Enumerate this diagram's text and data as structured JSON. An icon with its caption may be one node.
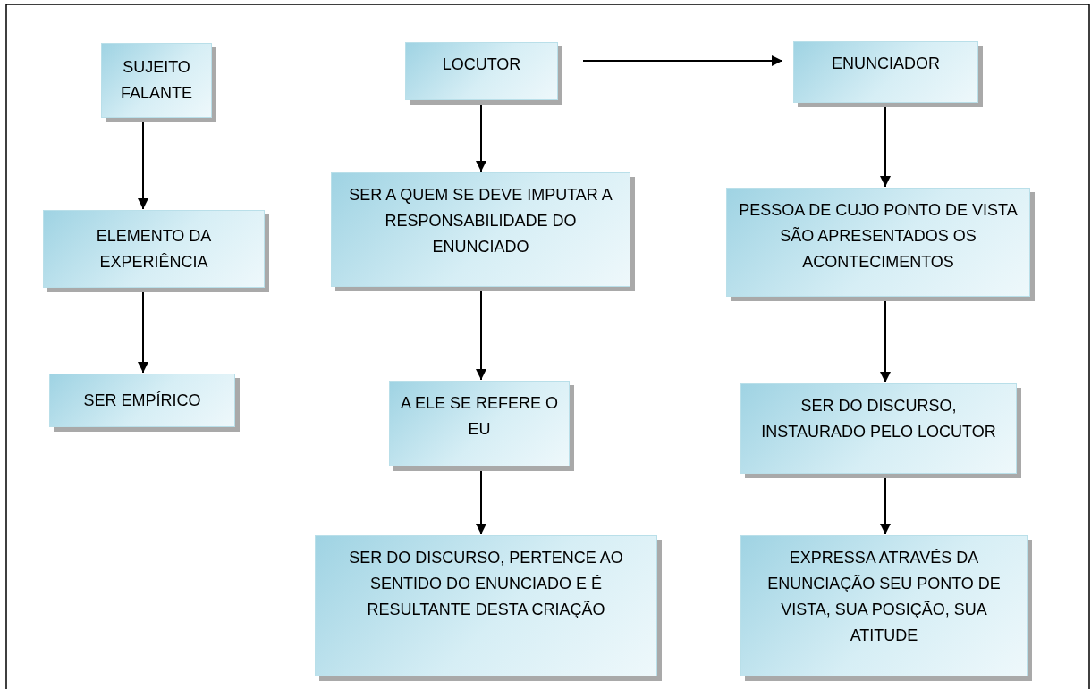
{
  "diagram": {
    "nodes": [
      {
        "text": [
          "SUJEITO FALANTE"
        ]
      },
      {
        "text": [
          "ELEMENTO DA EXPERIÊNCIA"
        ]
      },
      {
        "text": [
          "SER EMPÍRICO"
        ]
      },
      {
        "text": [
          "LOCUTOR"
        ]
      },
      {
        "text": [
          "SER A QUEM SE DEVE IMPUTAR A RESPONSABILIDADE DO ENUNCIADO"
        ]
      },
      {
        "text": [
          "A ELE SE REFERE O EU"
        ]
      },
      {
        "text": [
          "SER DO DISCURSO, PERTENCE AO SENTIDO DO ENUNCIADO E É RESULTANTE DESTA CRIAÇÃO"
        ]
      },
      {
        "text": [
          "ENUNCIADOR"
        ]
      },
      {
        "text": [
          "PESSOA DE CUJO PONTO DE VISTA SÃO APRESENTADOS OS ACONTECIMENTOS"
        ]
      },
      {
        "text": [
          "SER DO DISCURSO, INSTAURADO PELO LOCUTOR"
        ]
      },
      {
        "text": [
          "EXPRESSA ATRAVÉS DA ENUNCIAÇÃO SEU PONTO DE VISTA, SUA POSIÇÃO, SUA ATITUDE"
        ]
      }
    ],
    "edges": [
      {
        "from": 0,
        "to": 1,
        "arrow": "to"
      },
      {
        "from": 1,
        "to": 2,
        "arrow": "to"
      },
      {
        "from": 3,
        "to": 4,
        "arrow": "to"
      },
      {
        "from": 4,
        "to": 5,
        "arrow": "to"
      },
      {
        "from": 5,
        "to": 6,
        "arrow": "to"
      },
      {
        "from": 3,
        "to": 7,
        "arrow": "to"
      },
      {
        "from": 7,
        "to": 8,
        "arrow": "to"
      },
      {
        "from": 8,
        "to": 9,
        "arrow": "to"
      },
      {
        "from": 9,
        "to": 10,
        "arrow": "to"
      }
    ]
  }
}
